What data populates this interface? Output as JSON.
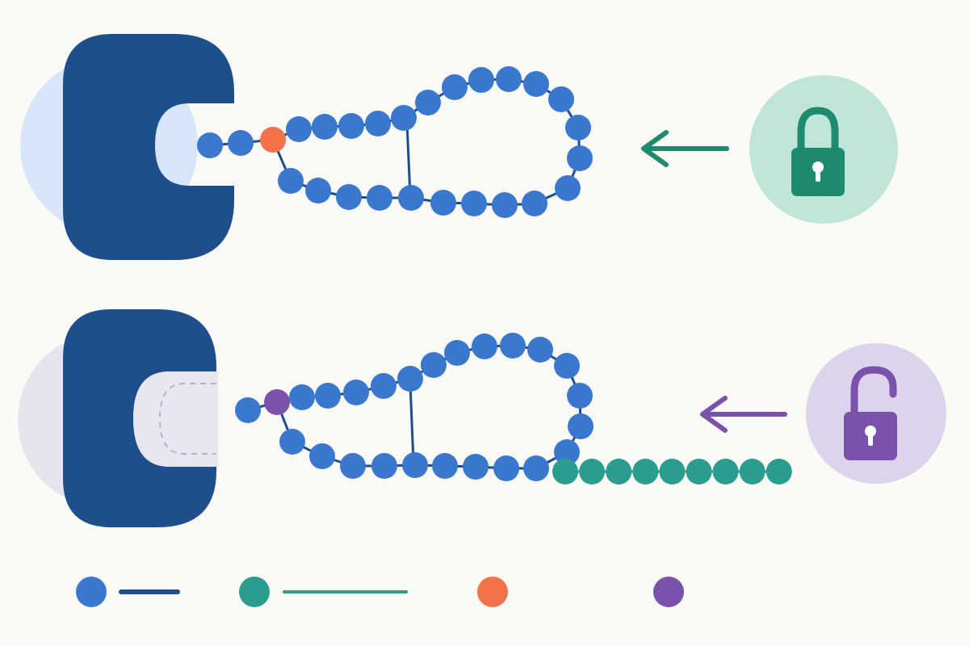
{
  "colors": {
    "background": "#fbfaf5",
    "enzyme": "#1f4e8c",
    "chain_bead": "#3a78d0",
    "chain_link": "#1f4e8c",
    "released_bead": "#2a9d8f",
    "release_site": "#f4724a",
    "activated_site": "#7a52ad",
    "locked_circle": "#bfe6d6",
    "locked_icon": "#1e8a6e",
    "unlocked_circle": "#ddd3ec",
    "unlocked_icon": "#7a52ad",
    "pocket_fill": "#e9e6f2",
    "pocket_dash": "#b9afd2",
    "halo_top": "#d7e6fb",
    "halo_bottom": "#e6e3ef"
  },
  "panels": [
    {
      "state": "locked",
      "icon": "padlock-closed-icon"
    },
    {
      "state": "unlocked",
      "icon": "padlock-open-icon"
    }
  ],
  "legend": [
    {
      "kind": "bead-with-line",
      "color": "#3a78d0",
      "line_color": "#1f4e8c"
    },
    {
      "kind": "bead-with-line",
      "color": "#2a9d8f",
      "line_color": "#2a9d8f"
    },
    {
      "kind": "bead",
      "color": "#f4724a"
    },
    {
      "kind": "bead",
      "color": "#7a52ad"
    }
  ]
}
